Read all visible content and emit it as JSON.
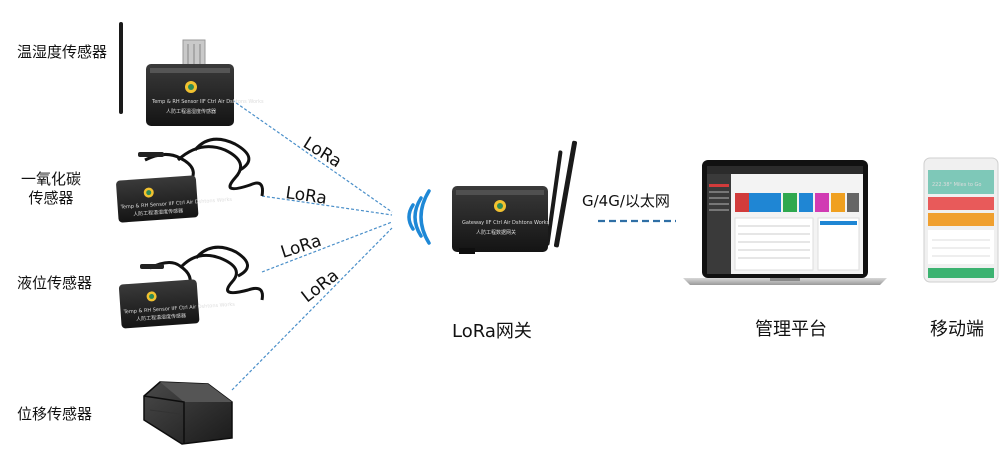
{
  "sensors": [
    {
      "label": "温湿度传感器"
    },
    {
      "label_line1": "一氧化碳",
      "label_line2": "传感器"
    },
    {
      "label": "液位传感器"
    },
    {
      "label": "位移传感器"
    }
  ],
  "links": {
    "lora_1": "LoRa",
    "lora_2": "LoRa",
    "lora_3": "LoRa",
    "lora_4": "LoRa",
    "network": "G/4G/以太网"
  },
  "nodes": {
    "gateway": "LoRa网关",
    "platform": "管理平台",
    "mobile": "移动端"
  },
  "device_text": {
    "th_en": "Temp & RH Sensor IIF Ctrl Air Dshtons Works",
    "th_cn": "人防工程温湿度传感器",
    "co_en": "Temp & RH Sensor IIF Ctrl Air Dshtons Works",
    "co_cn": "人防工程温湿度传感器",
    "lv_en": "Temp & RH Sensor IIF Ctrl Air Dshtons Works",
    "lv_cn": "人防工程温湿度传感器",
    "gw_en": "Gateway IIF Ctrl Air Dshtons Works",
    "gw_cn": "人防工程数据网关",
    "phone_title": "222.38° Miles to Go"
  },
  "colors": {
    "link_dash": "#4a8fc9",
    "signal": "#1e88d6",
    "network_dash": "#2f6fa5"
  }
}
